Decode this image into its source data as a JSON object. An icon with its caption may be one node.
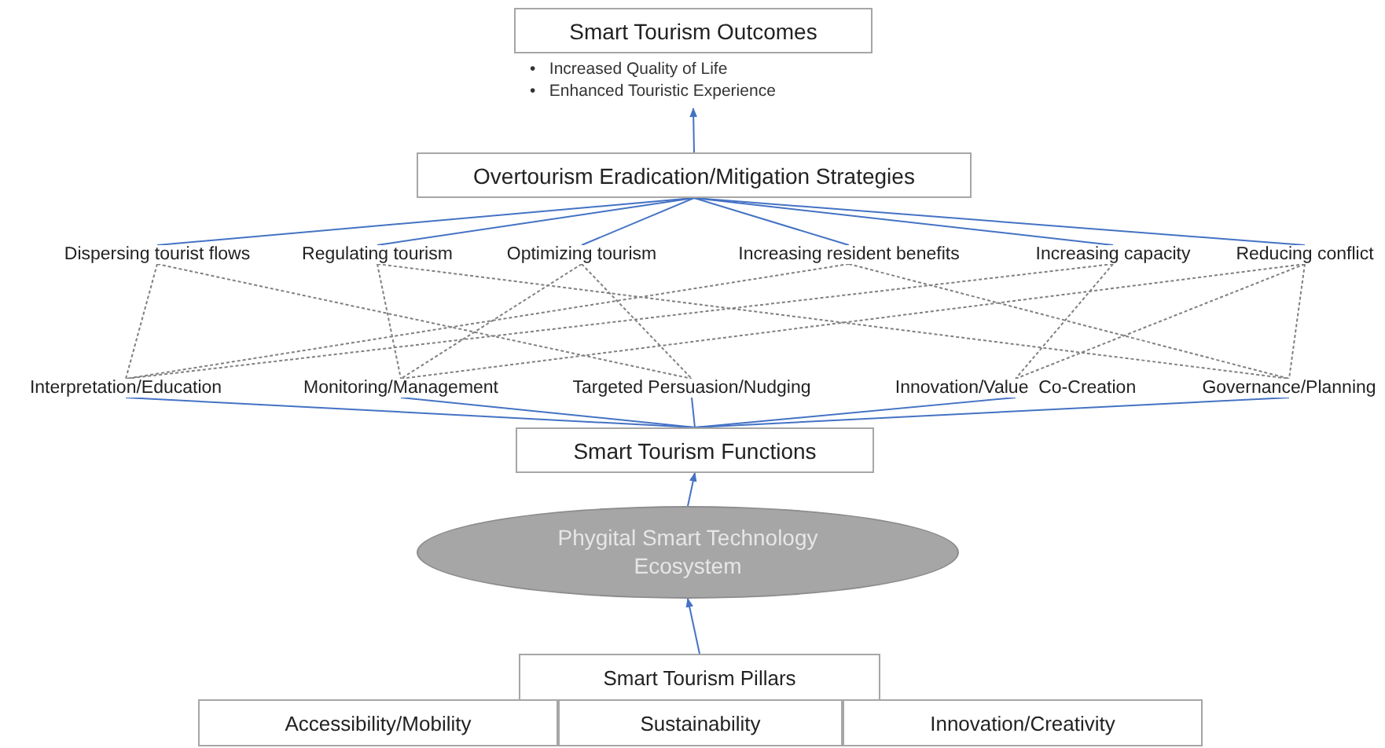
{
  "diagram": {
    "nodes": [
      {
        "text": [
          "Smart Tourism Outcomes"
        ],
        "beside": [
          "•   Increased Quality of Life",
          "•   Enhanced Touristic Experience"
        ]
      },
      {
        "text": [
          "Overtourism Eradication/Mitigation Strategies"
        ]
      },
      {
        "text": [
          "Dispersing tourist flows"
        ]
      },
      {
        "text": [
          "Regulating tourism"
        ]
      },
      {
        "text": [
          "Optimizing tourism"
        ]
      },
      {
        "text": [
          "Increasing resident benefits"
        ]
      },
      {
        "text": [
          "Increasing capacity"
        ]
      },
      {
        "text": [
          "Reducing conflict"
        ]
      },
      {
        "text": [
          "Interpretation/Education"
        ]
      },
      {
        "text": [
          "Monitoring/Management"
        ]
      },
      {
        "text": [
          "Targeted Persuasion/Nudging"
        ]
      },
      {
        "text": [
          "Innovation/Value  Co-Creation"
        ]
      },
      {
        "text": [
          "Governance/Planning"
        ]
      },
      {
        "text": [
          "Smart Tourism Functions"
        ]
      },
      {
        "text": [
          "Phygital Smart Technology Ecosystem"
        ]
      },
      {
        "text": [
          "Smart Tourism Pillars"
        ]
      },
      {
        "text": [
          "Accessibility/Mobility"
        ]
      },
      {
        "text": [
          "Sustainability"
        ]
      },
      {
        "text": [
          "Innovation/Creativity"
        ]
      }
    ],
    "edges": [
      {
        "from": 1,
        "to": 0,
        "arrow": "to"
      },
      {
        "from": 1,
        "to": 2,
        "arrow": "none"
      },
      {
        "from": 1,
        "to": 3,
        "arrow": "none"
      },
      {
        "from": 1,
        "to": 4,
        "arrow": "none"
      },
      {
        "from": 1,
        "to": 5,
        "arrow": "none"
      },
      {
        "from": 1,
        "to": 6,
        "arrow": "none"
      },
      {
        "from": 1,
        "to": 7,
        "arrow": "none"
      },
      {
        "from": 2,
        "to": 8,
        "arrow": "none",
        "style": "dashed",
        "color": "#808080"
      },
      {
        "from": 2,
        "to": 10,
        "arrow": "none",
        "style": "dashed",
        "color": "#808080"
      },
      {
        "from": 3,
        "to": 9,
        "arrow": "none",
        "style": "dashed",
        "color": "#808080"
      },
      {
        "from": 3,
        "to": 12,
        "arrow": "none",
        "style": "dashed",
        "color": "#808080"
      },
      {
        "from": 4,
        "to": 9,
        "arrow": "none",
        "style": "dashed",
        "color": "#808080"
      },
      {
        "from": 4,
        "to": 10,
        "arrow": "none",
        "style": "dashed",
        "color": "#808080"
      },
      {
        "from": 5,
        "to": 8,
        "arrow": "none",
        "style": "dashed",
        "color": "#808080"
      },
      {
        "from": 5,
        "to": 12,
        "arrow": "none",
        "style": "dashed",
        "color": "#808080"
      },
      {
        "from": 6,
        "to": 8,
        "arrow": "none",
        "style": "dashed",
        "color": "#808080"
      },
      {
        "from": 6,
        "to": 11,
        "arrow": "none",
        "style": "dashed",
        "color": "#808080"
      },
      {
        "from": 7,
        "to": 9,
        "arrow": "none",
        "style": "dashed",
        "color": "#808080"
      },
      {
        "from": 7,
        "to": 11,
        "arrow": "none",
        "style": "dashed",
        "color": "#808080"
      },
      {
        "from": 7,
        "to": 12,
        "arrow": "none",
        "style": "dashed",
        "color": "#808080"
      },
      {
        "from": 13,
        "to": 8,
        "arrow": "none"
      },
      {
        "from": 13,
        "to": 9,
        "arrow": "none"
      },
      {
        "from": 13,
        "to": 10,
        "arrow": "none"
      },
      {
        "from": 13,
        "to": 11,
        "arrow": "none"
      },
      {
        "from": 13,
        "to": 12,
        "arrow": "none"
      },
      {
        "from": 14,
        "to": 13,
        "arrow": "to"
      },
      {
        "from": 15,
        "to": 14,
        "arrow": "to"
      }
    ]
  }
}
